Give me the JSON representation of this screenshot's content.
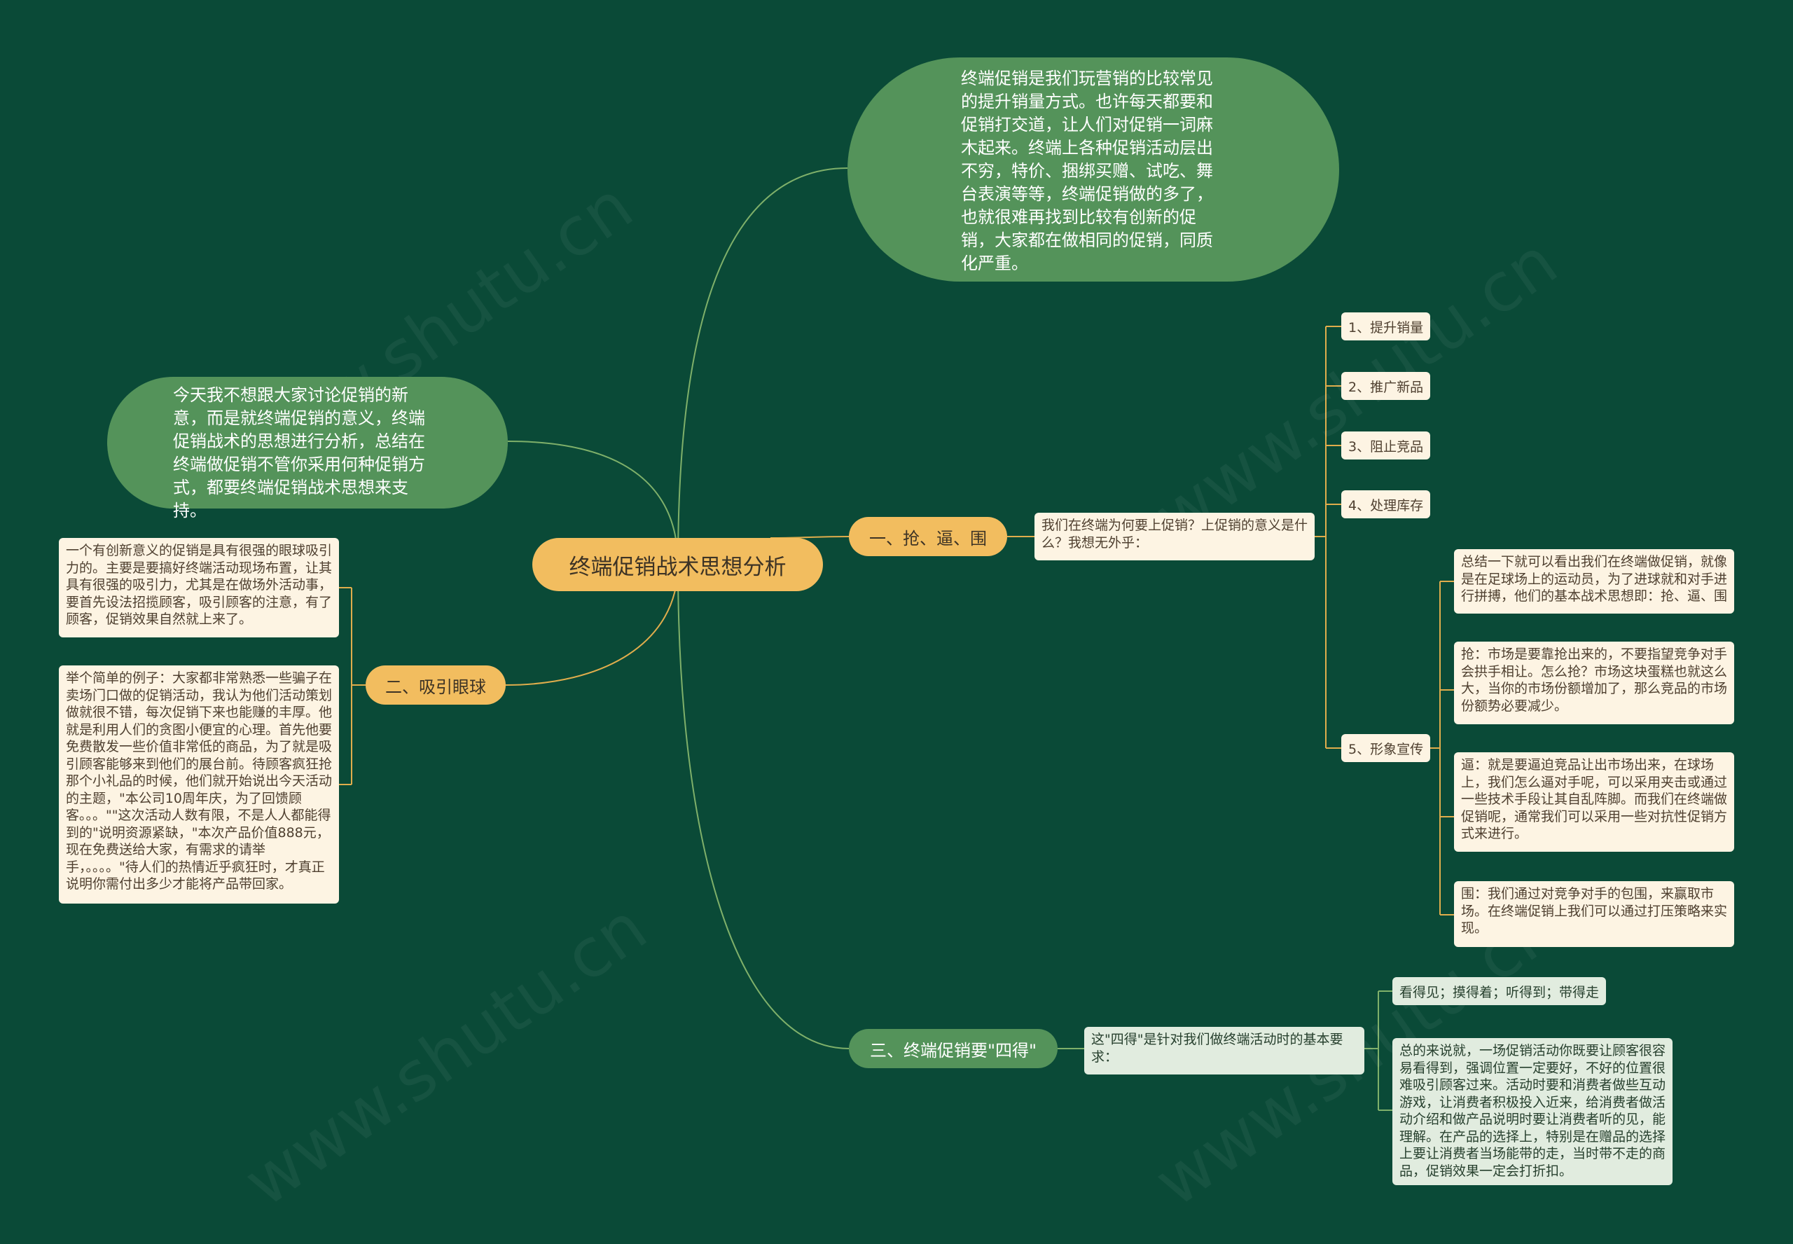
{
  "root": "终端促销战术思想分析",
  "intro": "终端促销是我们玩营销的比较常见的提升销量方式。也许每天都要和促销打交道，让人们对促销一词麻木起来。终端上各种促销活动层出不穷，特价、捆绑买赠、试吃、舞台表演等等，终端促销做的多了，也就很难再找到比较有创新的促销，大家都在做相同的促销，同质化严重。",
  "left_note": "今天我不想跟大家讨论促销的新意，而是就终端促销的意义，终端促销战术的思想进行分析，总结在终端做促销不管你采用何种促销方式，都要终端促销战术思想来支持。",
  "branch1": {
    "label": "一、抢、逼、围",
    "question": "我们在终端为何要上促销？上促销的意义是什么？我想无外乎：",
    "items": [
      "1、提升销量",
      "2、推广新品",
      "3、阻止竞品",
      "4、处理库存",
      "5、形象宣传"
    ],
    "details": [
      "总结一下就可以看出我们在终端做促销，就像是在足球场上的运动员，为了进球就和对手进行拼搏，他们的基本战术思想即：抢、逼、围",
      "抢：市场是要靠抢出来的，不要指望竞争对手会拱手相让。怎么抢？市场这块蛋糕也就这么大，当你的市场份额增加了，那么竞品的市场份额势必要减少。",
      "逼：就是要逼迫竞品让出市场出来，在球场上，我们怎么逼对手呢，可以采用夹击或通过一些技术手段让其自乱阵脚。而我们在终端做促销呢，通常我们可以采用一些对抗性促销方式来进行。",
      "围：我们通过对竞争对手的包围，来赢取市场。在终端促销上我们可以通过打压策略来实现。"
    ]
  },
  "branch2": {
    "label": "二、吸引眼球",
    "details": [
      "一个有创新意义的促销是具有很强的眼球吸引力的。主要是要搞好终端活动现场布置，让其具有很强的吸引力，尤其是在做场外活动事，要首先设法招揽顾客，吸引顾客的注意，有了顾客，促销效果自然就上来了。",
      "举个简单的例子：大家都非常熟悉一些骗子在卖场门口做的促销活动，我认为他们活动策划做就很不错，每次促销下来也能赚的丰厚。他就是利用人们的贪图小便宜的心理。首先他要免费散发一些价值非常低的商品，为了就是吸引顾客能够来到他们的展台前。待顾客疯狂抢那个小礼品的时候，他们就开始说出今天活动的主题，\"本公司10周年庆，为了回馈顾客。。。\"\"这次活动人数有限，不是人人都能得到的\"说明资源紧缺，\"本次产品价值888元，现在免费送给大家，有需求的请举手，。。。。\"待人们的热情近乎疯狂时，才真正说明你需付出多少才能将产品带回家。"
    ]
  },
  "branch3": {
    "label": "三、终端促销要\"四得\"",
    "question": "这\"四得\"是针对我们做终端活动时的基本要求：",
    "items": [
      "看得见；摸得着；听得到；带得走",
      "总的来说就，一场促销活动你既要让顾客很容易看得到，强调位置一定要好，不好的位置很难吸引顾客过来。活动时要和消费者做些互动游戏，让消费者积极投入近来，给消费者做活动介绍和做产品说明时要让消费者听的见，能理解。在产品的选择上，特别是在赠品的选择上要让消费者当场能带的走，当时带不走的商品，促销效果一定会打折扣。"
    ]
  },
  "colors": {
    "background": "#0a4a37",
    "node_green": "#54935a",
    "node_orange": "#f2bd5f",
    "card_cream": "#fdf4e3",
    "card_green": "#e1ecdf",
    "link_green": "#7fb06a",
    "link_orange": "#d9a545"
  }
}
